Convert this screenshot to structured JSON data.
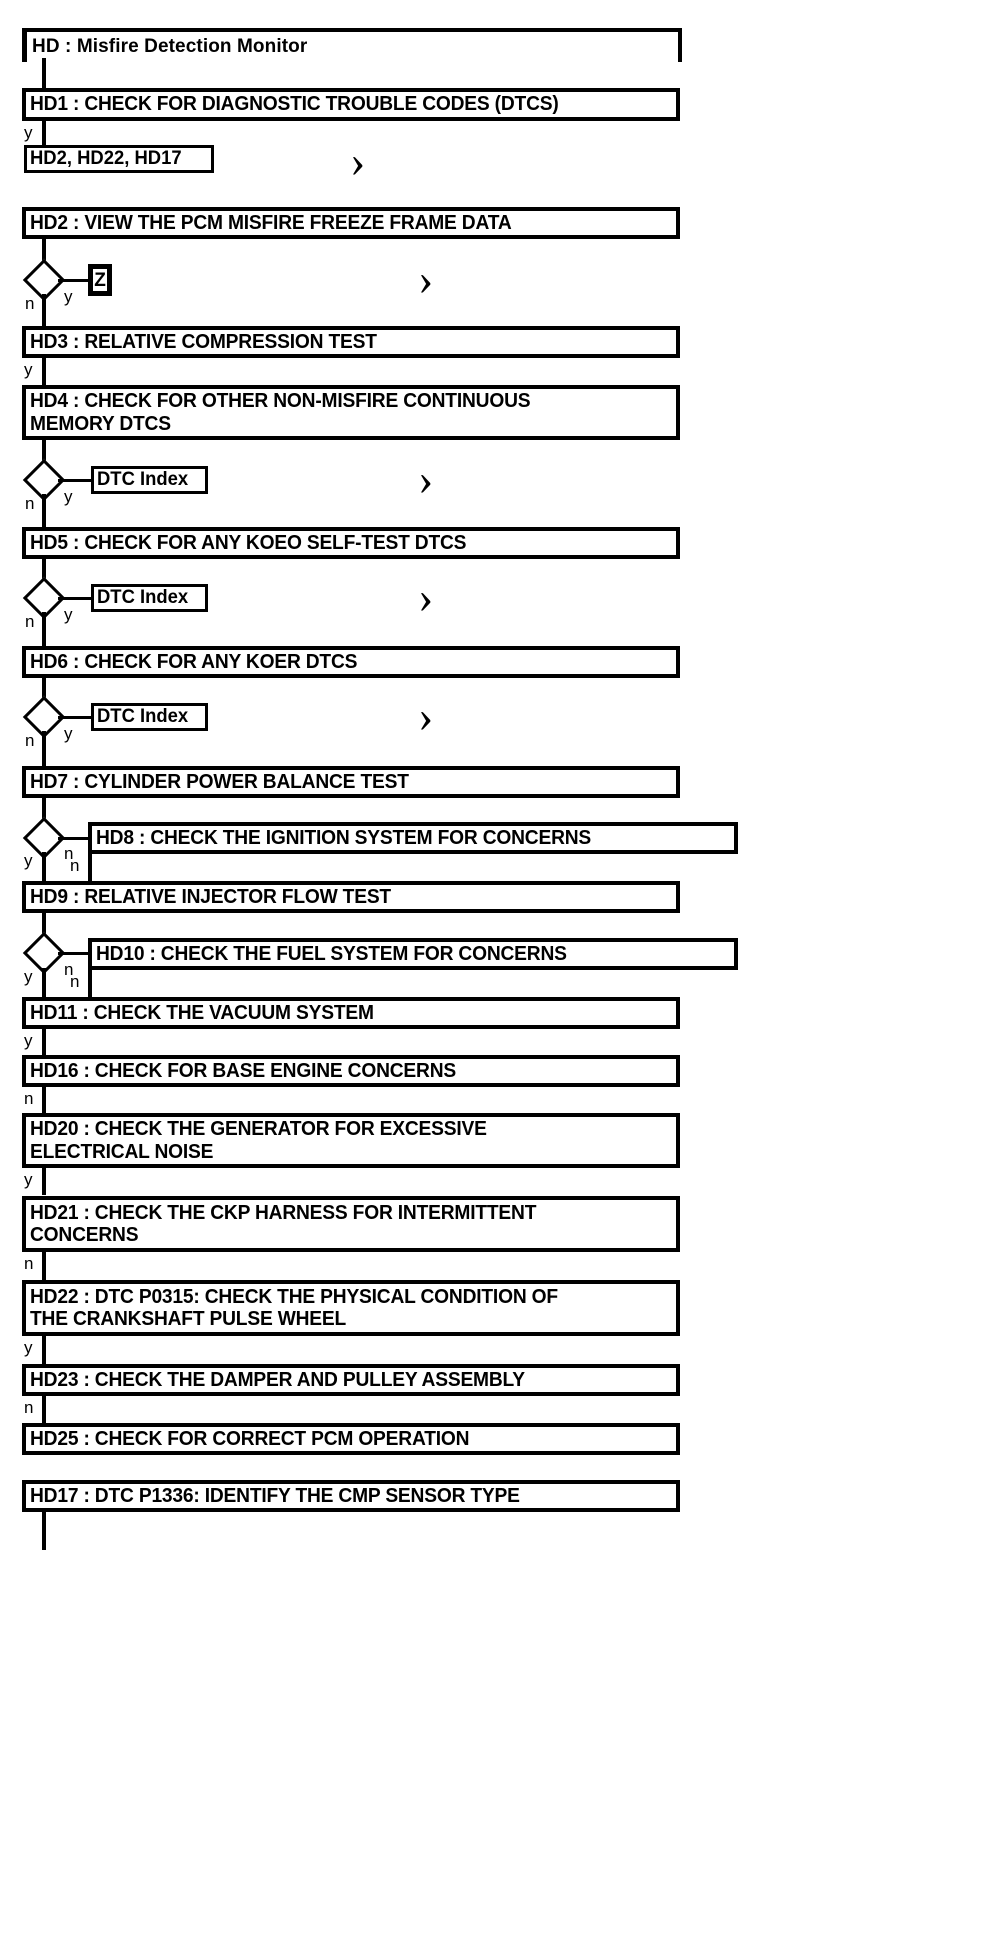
{
  "diagram": {
    "type": "flowchart",
    "title": "HD : Misfire Detection Monitor",
    "nodes": [
      {
        "id": "HD",
        "label": "HD : Misfire Detection Monitor"
      },
      {
        "id": "HD1",
        "label": "HD1 : CHECK FOR DIAGNOSTIC TROUBLE CODES (DTCS)"
      },
      {
        "id": "REF1",
        "label": "HD2, HD22, HD17"
      },
      {
        "id": "HD2",
        "label": "HD2 : VIEW THE PCM MISFIRE FREEZE FRAME DATA"
      },
      {
        "id": "Z",
        "label": "Z"
      },
      {
        "id": "HD3",
        "label": "HD3 : RELATIVE COMPRESSION TEST"
      },
      {
        "id": "HD4",
        "label": "HD4 : CHECK FOR OTHER NON-MISFIRE CONTINUOUS\nMEMORY DTCS"
      },
      {
        "id": "IDX1",
        "label": "DTC Index"
      },
      {
        "id": "HD5",
        "label": "HD5 : CHECK FOR ANY KOEO SELF-TEST DTCS"
      },
      {
        "id": "IDX2",
        "label": "DTC Index"
      },
      {
        "id": "HD6",
        "label": "HD6 : CHECK FOR ANY KOER DTCS"
      },
      {
        "id": "IDX3",
        "label": "DTC Index"
      },
      {
        "id": "HD7",
        "label": "HD7 : CYLINDER POWER BALANCE TEST"
      },
      {
        "id": "HD8",
        "label": "HD8 : CHECK THE IGNITION SYSTEM FOR CONCERNS"
      },
      {
        "id": "HD9",
        "label": "HD9 : RELATIVE INJECTOR FLOW TEST"
      },
      {
        "id": "HD10",
        "label": "HD10 : CHECK THE FUEL SYSTEM FOR CONCERNS"
      },
      {
        "id": "HD11",
        "label": "HD11 : CHECK THE VACUUM SYSTEM"
      },
      {
        "id": "HD16",
        "label": "HD16 : CHECK FOR BASE ENGINE CONCERNS"
      },
      {
        "id": "HD20",
        "label": "HD20 : CHECK THE GENERATOR FOR EXCESSIVE\nELECTRICAL NOISE"
      },
      {
        "id": "HD21",
        "label": "HD21 : CHECK THE CKP HARNESS FOR INTERMITTENT\nCONCERNS"
      },
      {
        "id": "HD22",
        "label": "HD22 : DTC P0315: CHECK THE PHYSICAL CONDITION OF\nTHE CRANKSHAFT PULSE WHEEL"
      },
      {
        "id": "HD23",
        "label": "HD23 : CHECK THE DAMPER AND PULLEY ASSEMBLY"
      },
      {
        "id": "HD25",
        "label": "HD25 : CHECK FOR CORRECT PCM OPERATION"
      },
      {
        "id": "HD17",
        "label": "HD17 : DTC P1336: IDENTIFY THE CMP SENSOR TYPE"
      }
    ],
    "branch_labels": {
      "yes": "y",
      "no": "n"
    },
    "branches": [
      {
        "from": "HD1",
        "label": "y",
        "to": "REF1"
      },
      {
        "from": "HD2",
        "label": "y",
        "to": "Z"
      },
      {
        "from": "HD2",
        "label": "n",
        "to": "HD3"
      },
      {
        "from": "HD3",
        "label": "y",
        "to": "HD4"
      },
      {
        "from": "HD4",
        "label": "y",
        "to": "IDX1"
      },
      {
        "from": "HD4",
        "label": "n",
        "to": "HD5"
      },
      {
        "from": "HD5",
        "label": "y",
        "to": "IDX2"
      },
      {
        "from": "HD5",
        "label": "n",
        "to": "HD6"
      },
      {
        "from": "HD6",
        "label": "y",
        "to": "IDX3"
      },
      {
        "from": "HD6",
        "label": "n",
        "to": "HD7"
      },
      {
        "from": "HD7",
        "label": "n",
        "to": "HD8"
      },
      {
        "from": "HD7",
        "label": "y",
        "to": "HD9"
      },
      {
        "from": "HD8",
        "label": "n",
        "to": "HD9"
      },
      {
        "from": "HD9",
        "label": "n",
        "to": "HD10"
      },
      {
        "from": "HD9",
        "label": "y",
        "to": "HD11"
      },
      {
        "from": "HD10",
        "label": "n",
        "to": "HD11"
      },
      {
        "from": "HD11",
        "label": "y",
        "to": "HD16"
      },
      {
        "from": "HD16",
        "label": "n",
        "to": "HD20"
      },
      {
        "from": "HD20",
        "label": "y",
        "to": "HD21"
      },
      {
        "from": "HD21",
        "label": "n",
        "to": "HD22"
      },
      {
        "from": "HD22",
        "label": "y",
        "to": "HD23"
      },
      {
        "from": "HD23",
        "label": "n",
        "to": "HD25"
      }
    ],
    "offpage_marker": "›",
    "colors": {
      "stroke": "#000000",
      "background": "#ffffff",
      "text": "#000000"
    }
  }
}
